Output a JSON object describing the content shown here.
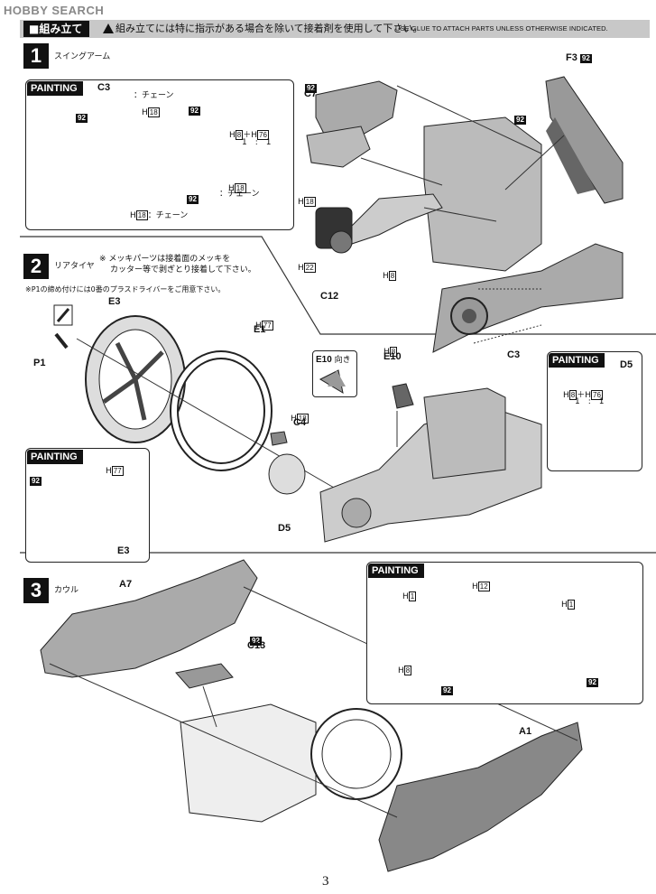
{
  "watermark": "HOBBY SEARCH",
  "header": {
    "title": "■組み立て",
    "warning": "組み立てには特に指示がある場合を除いて接着剤を使用して下さい。",
    "warning_en": "USE GLUE TO ATTACH PARTS UNLESS OTHERWISE INDICATED."
  },
  "steps": [
    {
      "number": "1",
      "label": "スイングアーム"
    },
    {
      "number": "2",
      "label": "リアタイヤ"
    },
    {
      "number": "3",
      "label": "カウル"
    }
  ],
  "paint_tag": "PAINTING",
  "step1": {
    "paint_box": {
      "part": "C3",
      "chain_top": "：チェーン",
      "chain_right": "：チェーン",
      "chain_bottom": "：チェーン",
      "h": "H",
      "n18": "18",
      "n8": "8",
      "n76": "76",
      "plus": "＋",
      "ratio": "1　:　1",
      "c92": "92"
    },
    "parts": {
      "c7": "C7",
      "f3": "F3",
      "c12": "C12",
      "c3": "C3",
      "n92": "92",
      "h": "H",
      "n18": "18",
      "n22": "22",
      "n8": "8"
    }
  },
  "step2": {
    "note1": "※ メッキパーツは接着面のメッキを",
    "note2": "カッター等で剥ぎとり接着して下さい。",
    "note3": "※P1の締め付けには0番のプラスドライバーをご用意下さい。",
    "parts": {
      "e3": "E3",
      "e1": "E1",
      "p1": "P1",
      "c4": "C4",
      "d5": "D5",
      "e10": "E10",
      "e10_dir": "向き",
      "h": "H",
      "n77": "77",
      "n18": "18",
      "n8": "8"
    },
    "paint_wheel": {
      "n92": "92",
      "h": "H",
      "n77": "77",
      "part": "E3"
    },
    "paint_d5": {
      "part": "D5",
      "h": "H",
      "n8": "8",
      "n76": "76",
      "plus": "＋",
      "ratio": "1　:　1"
    }
  },
  "step3": {
    "parts": {
      "a7": "A7",
      "c13": "C13",
      "a1": "A1",
      "n92": "92"
    },
    "paint_box": {
      "h": "H",
      "n1": "1",
      "n12": "12",
      "n8": "8",
      "n92": "92"
    }
  },
  "page_number": "3"
}
